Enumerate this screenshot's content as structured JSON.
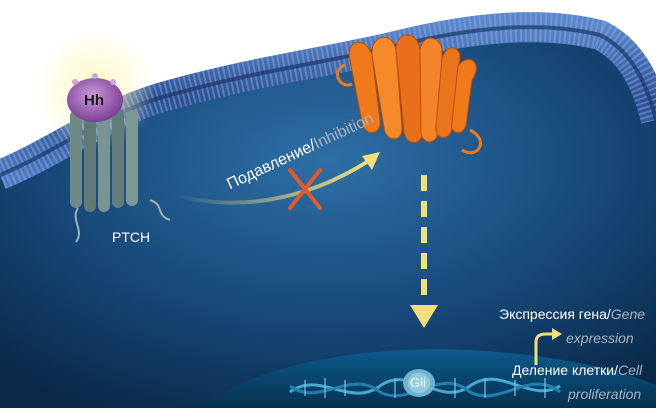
{
  "labels": {
    "hh": "Hh",
    "ptch": "PTCH",
    "inhibition_ru": "Подавление",
    "slash": "/",
    "inhibition_en": "Inhibition",
    "gene_expr_ru": "Экспрессия гена",
    "gene_expr_en_1": "Gene",
    "gene_expr_en_2": "expression",
    "cell_prolif_ru": "Деление клетки",
    "cell_prolif_en_1": "Cell",
    "cell_prolif_en_2": "proliferation",
    "gli": "Gli"
  },
  "colors": {
    "cytoplasm": "#0e3a66",
    "membrane": "#3d62a8",
    "ptch_receptor": "#6f8a86",
    "hh_ligand": "#9a5fb0",
    "smo_receptor": "#f07a1a",
    "arrow_yellow": "#f2e07a",
    "inhibit_x": "#e05a2a"
  }
}
